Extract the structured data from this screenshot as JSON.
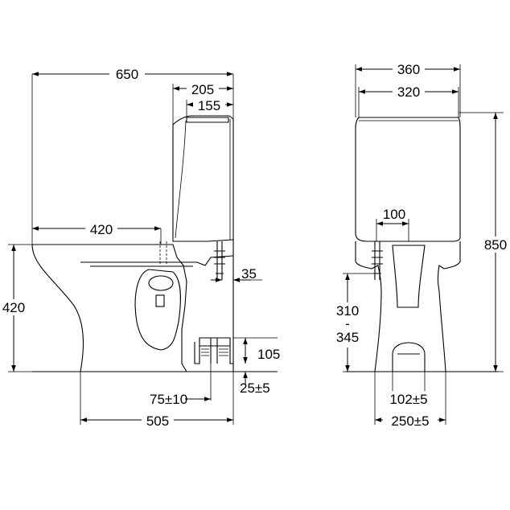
{
  "side_view": {
    "overall_depth": "650",
    "cistern_depth": "205",
    "cistern_top_depth": "155",
    "seat_to_rear": "420",
    "seat_height": "420",
    "inlet_offset": "35",
    "outlet_height": "105",
    "outlet_tolerance": "25±5",
    "outlet_position": "75±10",
    "base_depth": "505"
  },
  "front_view": {
    "overall_width": "360",
    "cistern_width": "320",
    "total_height": "850",
    "inlet_spacing": "100",
    "inlet_height_min": "310",
    "inlet_height_separator": "-",
    "inlet_height_max": "345",
    "outlet_width": "102±5",
    "base_width": "250±5"
  }
}
